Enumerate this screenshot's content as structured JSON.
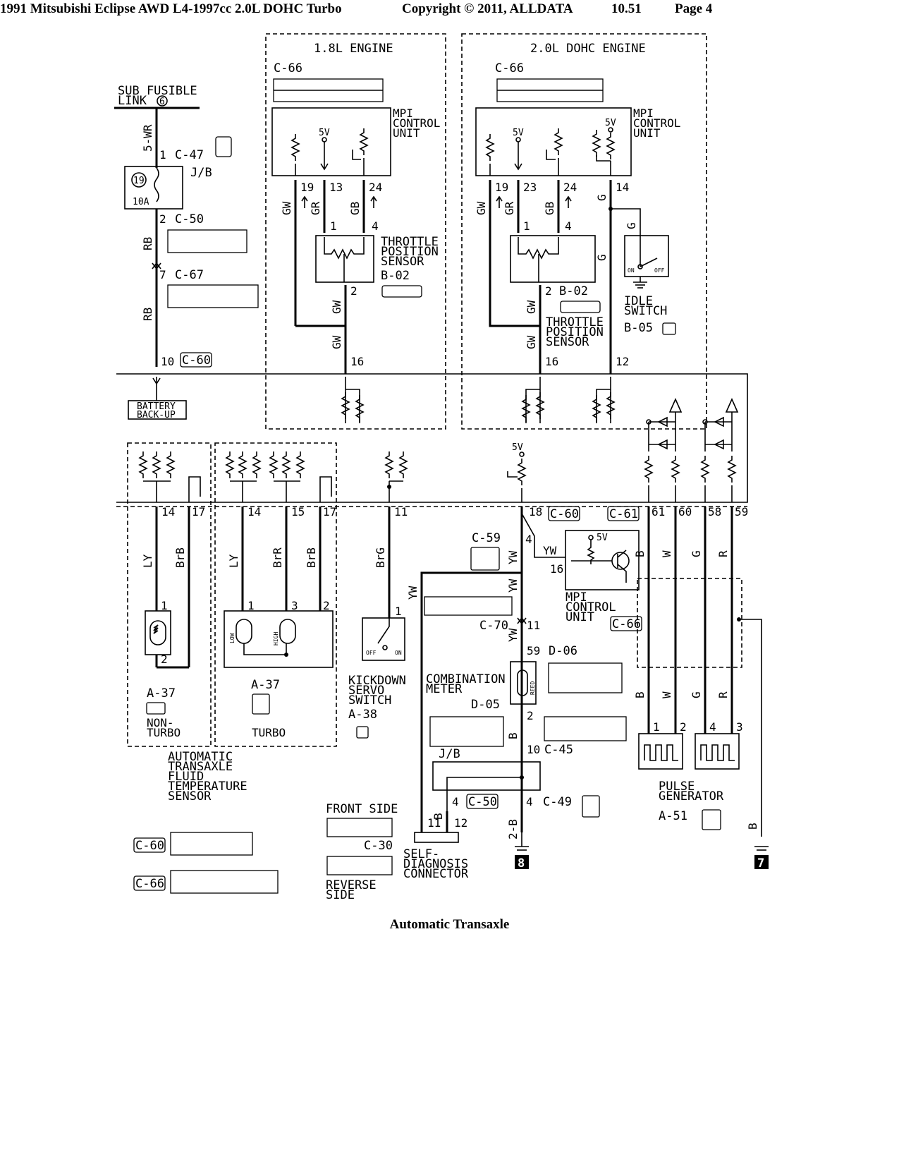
{
  "header": {
    "vehicle": "1991 Mitsubishi Eclipse AWD L4-1997cc 2.0L DOHC Turbo",
    "copyright": "Copyright © 2011, ALLDATA",
    "version": "10.51",
    "page": "Page 4"
  },
  "caption": "Automatic Transaxle",
  "diagram": {
    "engine_18": {
      "title": "1.8L ENGINE",
      "connector": "C-66",
      "unit": [
        "MPI",
        "CONTROL",
        "UNIT"
      ],
      "pins": [
        "19",
        "13",
        "24"
      ],
      "voltage": "5V",
      "wires": [
        "GW",
        "GR",
        "GB",
        "GW",
        "GW"
      ],
      "sensor_pins": [
        "1",
        "4",
        "2"
      ],
      "sensor": [
        "THROTTLE",
        "POSITION",
        "SENSOR"
      ],
      "sensor_connector": "B-02",
      "bus_pin": "16"
    },
    "engine_20": {
      "title": "2.0L DOHC ENGINE",
      "connector": "C-66",
      "unit": [
        "MPI",
        "CONTROL",
        "UNIT"
      ],
      "pins": [
        "19",
        "23",
        "24",
        "14"
      ],
      "voltage": "5V",
      "wires": [
        "GW",
        "GR",
        "GB",
        "G",
        "G",
        "G",
        "GW",
        "GW"
      ],
      "sensor_pins": [
        "1",
        "4",
        "2"
      ],
      "sensor": [
        "THROTTLE",
        "POSITION",
        "SENSOR"
      ],
      "sensor_connector": "B-02",
      "bus_pins": [
        "16",
        "12"
      ],
      "idle_switch": [
        "IDLE",
        "SWITCH"
      ],
      "idle_connector": "B-05",
      "on": "ON",
      "off": "OFF"
    },
    "supply": {
      "link": [
        "SUB FUSIBLE",
        "LINK"
      ],
      "link_no": "6",
      "wires": [
        "5-WR",
        "RB",
        "RB"
      ],
      "c47": "C-47",
      "pin1": "1",
      "jb": "J/B",
      "fuse_no": "19",
      "fuse": "10A",
      "c50": "C-50",
      "pin2": "2",
      "c67": "C-67",
      "pin7": "7",
      "pin10": "10",
      "c60": "C-60",
      "backup": [
        "BATTERY",
        "BACK-UP"
      ]
    },
    "fluid_temp": {
      "nonturbo_pins": [
        "14",
        "17"
      ],
      "nonturbo_wires": [
        "LY",
        "BrB"
      ],
      "sensor_pins": [
        "1",
        "2"
      ],
      "connector": "A-37",
      "nonturbo": [
        "NON-",
        "TURBO"
      ],
      "turbo_pins": [
        "14",
        "15",
        "17"
      ],
      "turbo_wires": [
        "LY",
        "BrR",
        "BrB"
      ],
      "turbo_sensor_pins": [
        "1",
        "3",
        "2"
      ],
      "low": "LOW",
      "high": "HIGH",
      "turbo_connector": "A-37",
      "turbo": "TURBO",
      "title": [
        "AUTOMATIC",
        "TRANSAXLE",
        "FLUID",
        "TEMPERATURE",
        "SENSOR"
      ]
    },
    "kickdown": {
      "pin": "11",
      "wire": "BrG",
      "sw_pin": "1",
      "off": "OFF",
      "on": "ON",
      "label": [
        "KICKDOWN",
        "SERVO",
        "SWITCH"
      ],
      "connector": "A-38"
    },
    "speed": {
      "voltage": "5V",
      "pin18": "18",
      "c60": "C-60",
      "c61": "C-61",
      "c59": "C-59",
      "pin4": "4",
      "wire_yw": "YW",
      "pin16": "16",
      "mpi": [
        "MPI",
        "CONTROL",
        "UNIT"
      ],
      "c66": "C-66",
      "c70": "C-70",
      "pin11": "11",
      "pin59": "59",
      "d06": "D-06",
      "reed": "REED",
      "meter": [
        "COMBINATION",
        "METER"
      ],
      "d05": "D-05",
      "pin2": "2",
      "wire_b": "B",
      "jb": "J/B",
      "pin10": "10",
      "c45": "C-45",
      "c50": "C-50",
      "c49": "C-49",
      "wire_2b": "2-B",
      "ground8": "8"
    },
    "diag": {
      "pin11": "11",
      "pin12": "12",
      "label": [
        "SELF-",
        "DIAGNOSIS",
        "CONNECTOR"
      ],
      "front": "FRONT SIDE",
      "c30": "C-30",
      "reverse": [
        "REVERSE",
        "SIDE"
      ]
    },
    "pulse": {
      "pins": [
        "61",
        "60",
        "58",
        "59"
      ],
      "wires": [
        "B",
        "W",
        "G",
        "R"
      ],
      "gen_pins": [
        "1",
        "2",
        "4",
        "3"
      ],
      "label": [
        "PULSE",
        "GENERATOR"
      ],
      "connector": "A-51",
      "wire_b": "B",
      "ground7": "7"
    },
    "legend": {
      "c60": "C-60",
      "c66": "C-66"
    }
  }
}
